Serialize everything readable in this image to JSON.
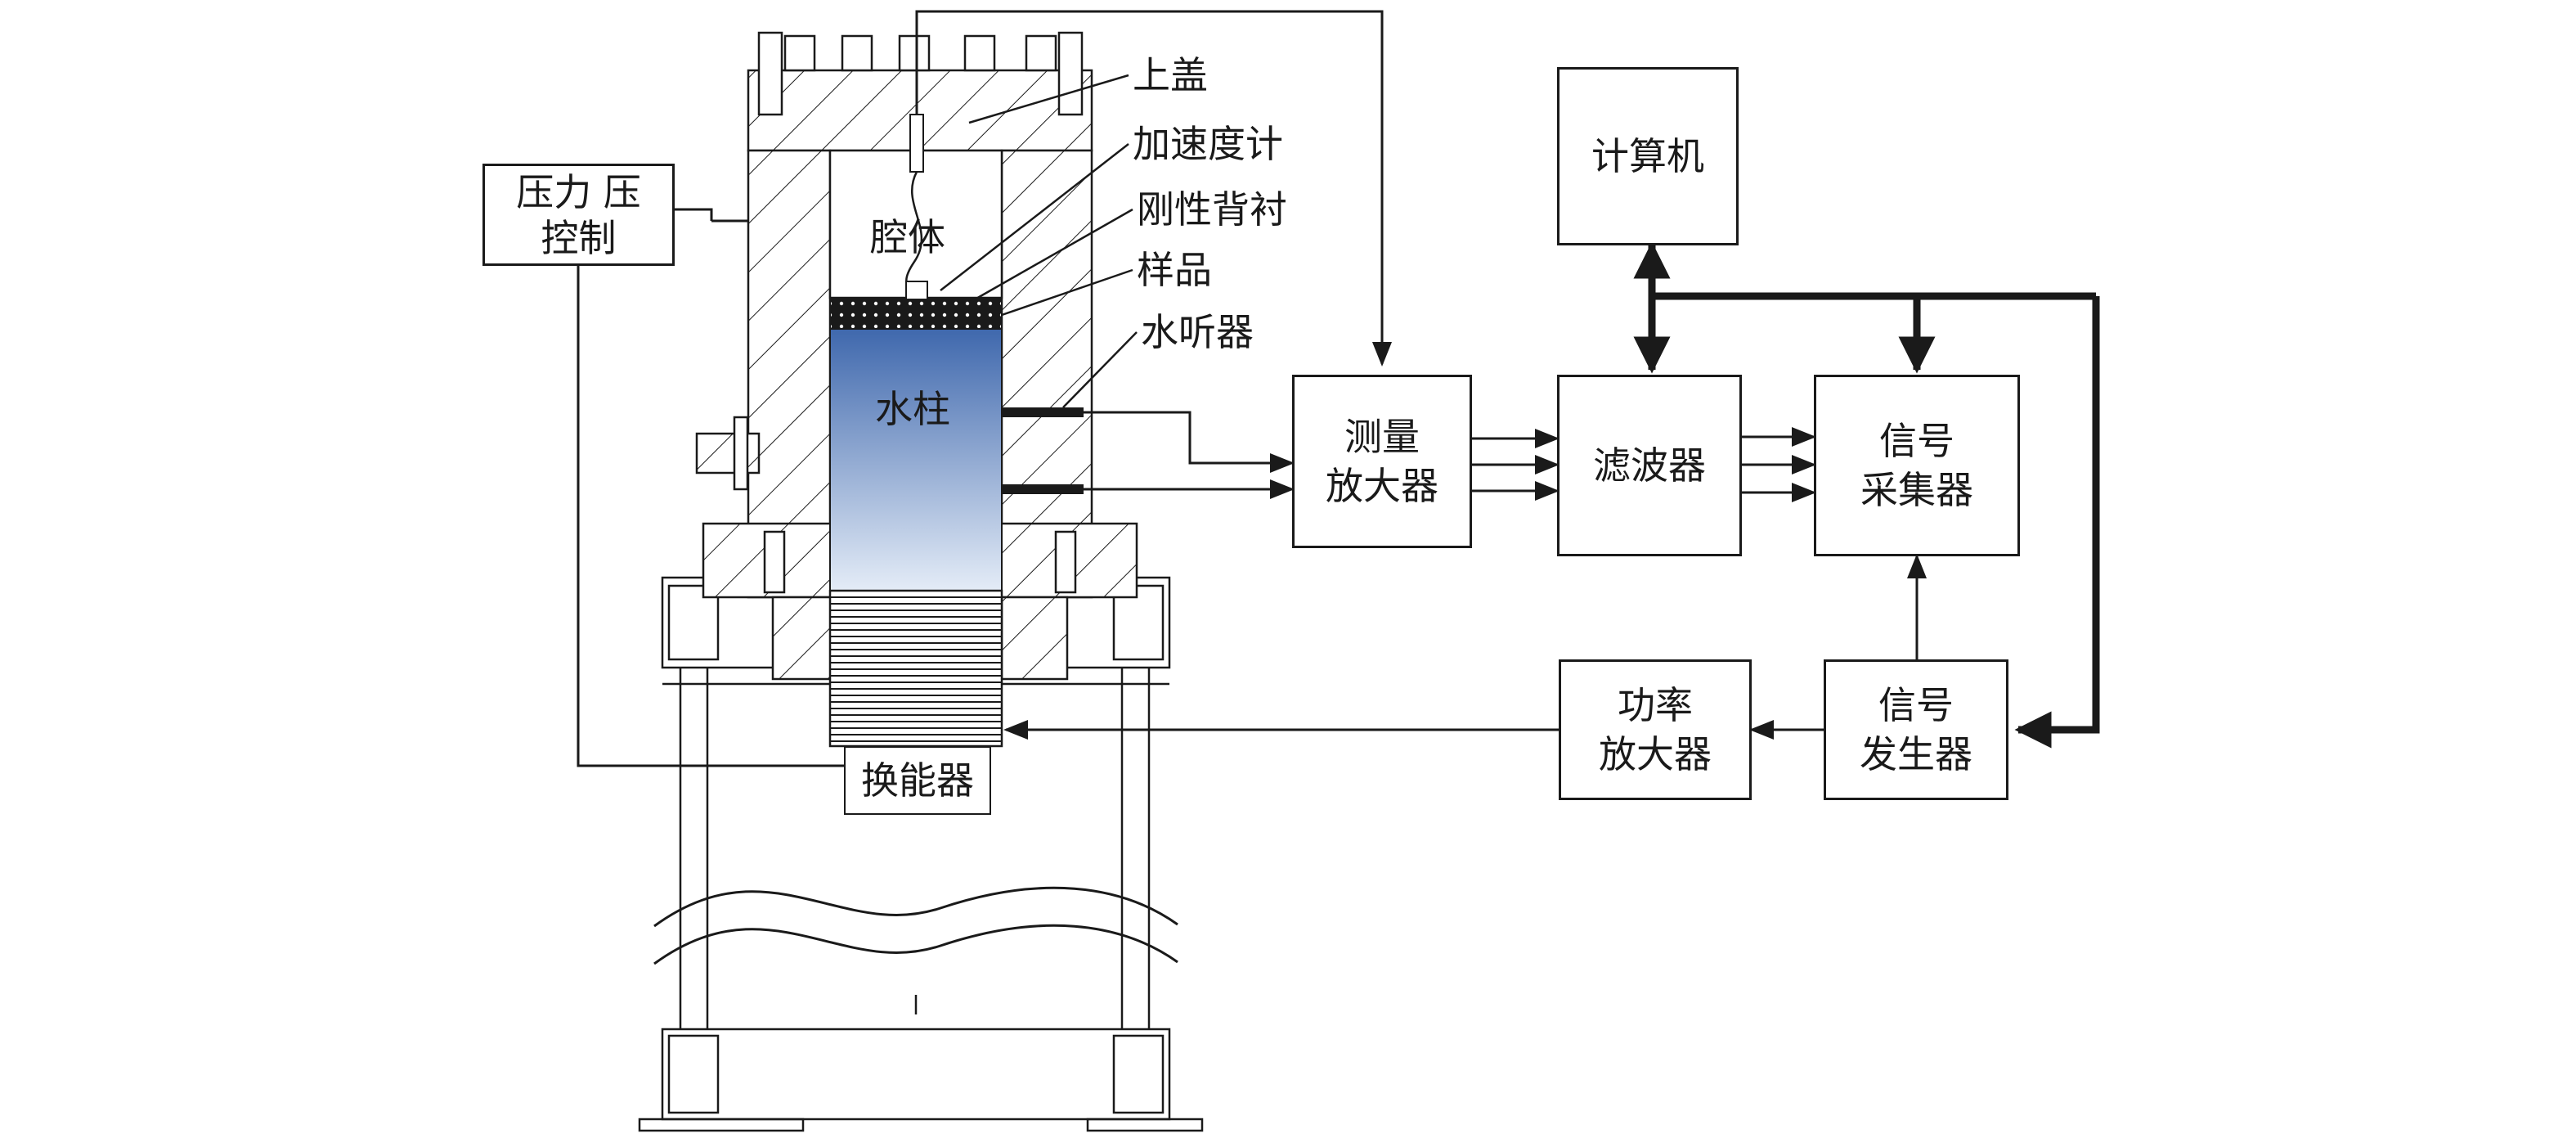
{
  "apparatus": {
    "cap": "上盖",
    "accelerometer": "加速度计",
    "rigid_backing": "刚性背衬",
    "sample": "样品",
    "hydrophone": "水听器",
    "cavity": "腔体",
    "water_column": "水柱",
    "transducer": "换能器"
  },
  "pressure_control": {
    "line1": "压力 压",
    "line2": "控制"
  },
  "blocks": {
    "measure_amp": {
      "line1": "测量",
      "line2": "放大器"
    },
    "filter": {
      "line1": "滤波器"
    },
    "acquisition": {
      "line1": "信号",
      "line2": "采集器"
    },
    "computer": {
      "line1": "计算机"
    },
    "power_amp": {
      "line1": "功率",
      "line2": "放大器"
    },
    "generator": {
      "line1": "信号",
      "line2": "发生器"
    }
  },
  "colors": {
    "line": "#1a1a1a",
    "water_top": "#3f68ad",
    "water_bottom": "#e4ecf7"
  }
}
